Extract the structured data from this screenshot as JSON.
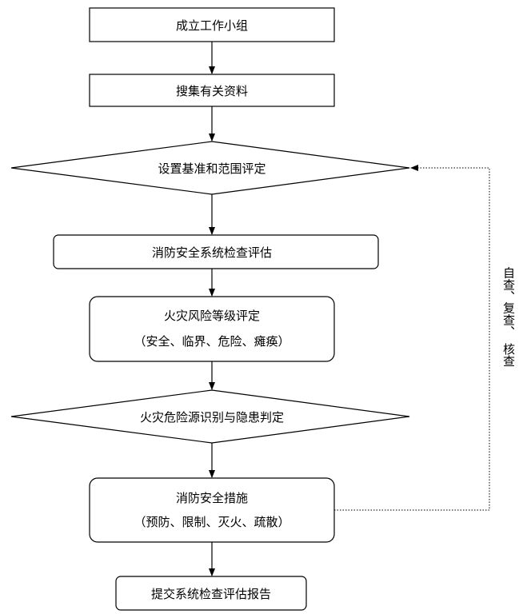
{
  "nodes": [
    {
      "id": "form-team",
      "shape": "rect",
      "lines": [
        "成立工作小组"
      ]
    },
    {
      "id": "collect-info",
      "shape": "rect",
      "lines": [
        "搜集有关资料"
      ]
    },
    {
      "id": "set-baseline",
      "shape": "diamond",
      "lines": [
        "设置基准和范围评定"
      ]
    },
    {
      "id": "system-inspection",
      "shape": "rounded-rect",
      "lines": [
        "消防安全系统检查评估"
      ]
    },
    {
      "id": "risk-grading",
      "shape": "rounded-rect",
      "lines": [
        "火灾风险等级评定",
        "（安全、临界、危险、瘫痪）"
      ]
    },
    {
      "id": "hazard-identification",
      "shape": "diamond",
      "lines": [
        "火灾危险源识别与隐患判定"
      ]
    },
    {
      "id": "safety-measures",
      "shape": "rounded-rect",
      "lines": [
        "消防安全措施",
        "（预防、限制、灭火、疏散）"
      ]
    },
    {
      "id": "submit-report",
      "shape": "rounded-rect",
      "lines": [
        "提交系统检查评估报告"
      ]
    }
  ],
  "feedback": {
    "label_lines": [
      "自查、",
      "复查、",
      "核查"
    ],
    "line_style": "dotted",
    "from": "safety-measures",
    "to": "set-baseline"
  },
  "colors": {
    "stroke": "#000000",
    "background": "#ffffff",
    "text": "#000000"
  }
}
